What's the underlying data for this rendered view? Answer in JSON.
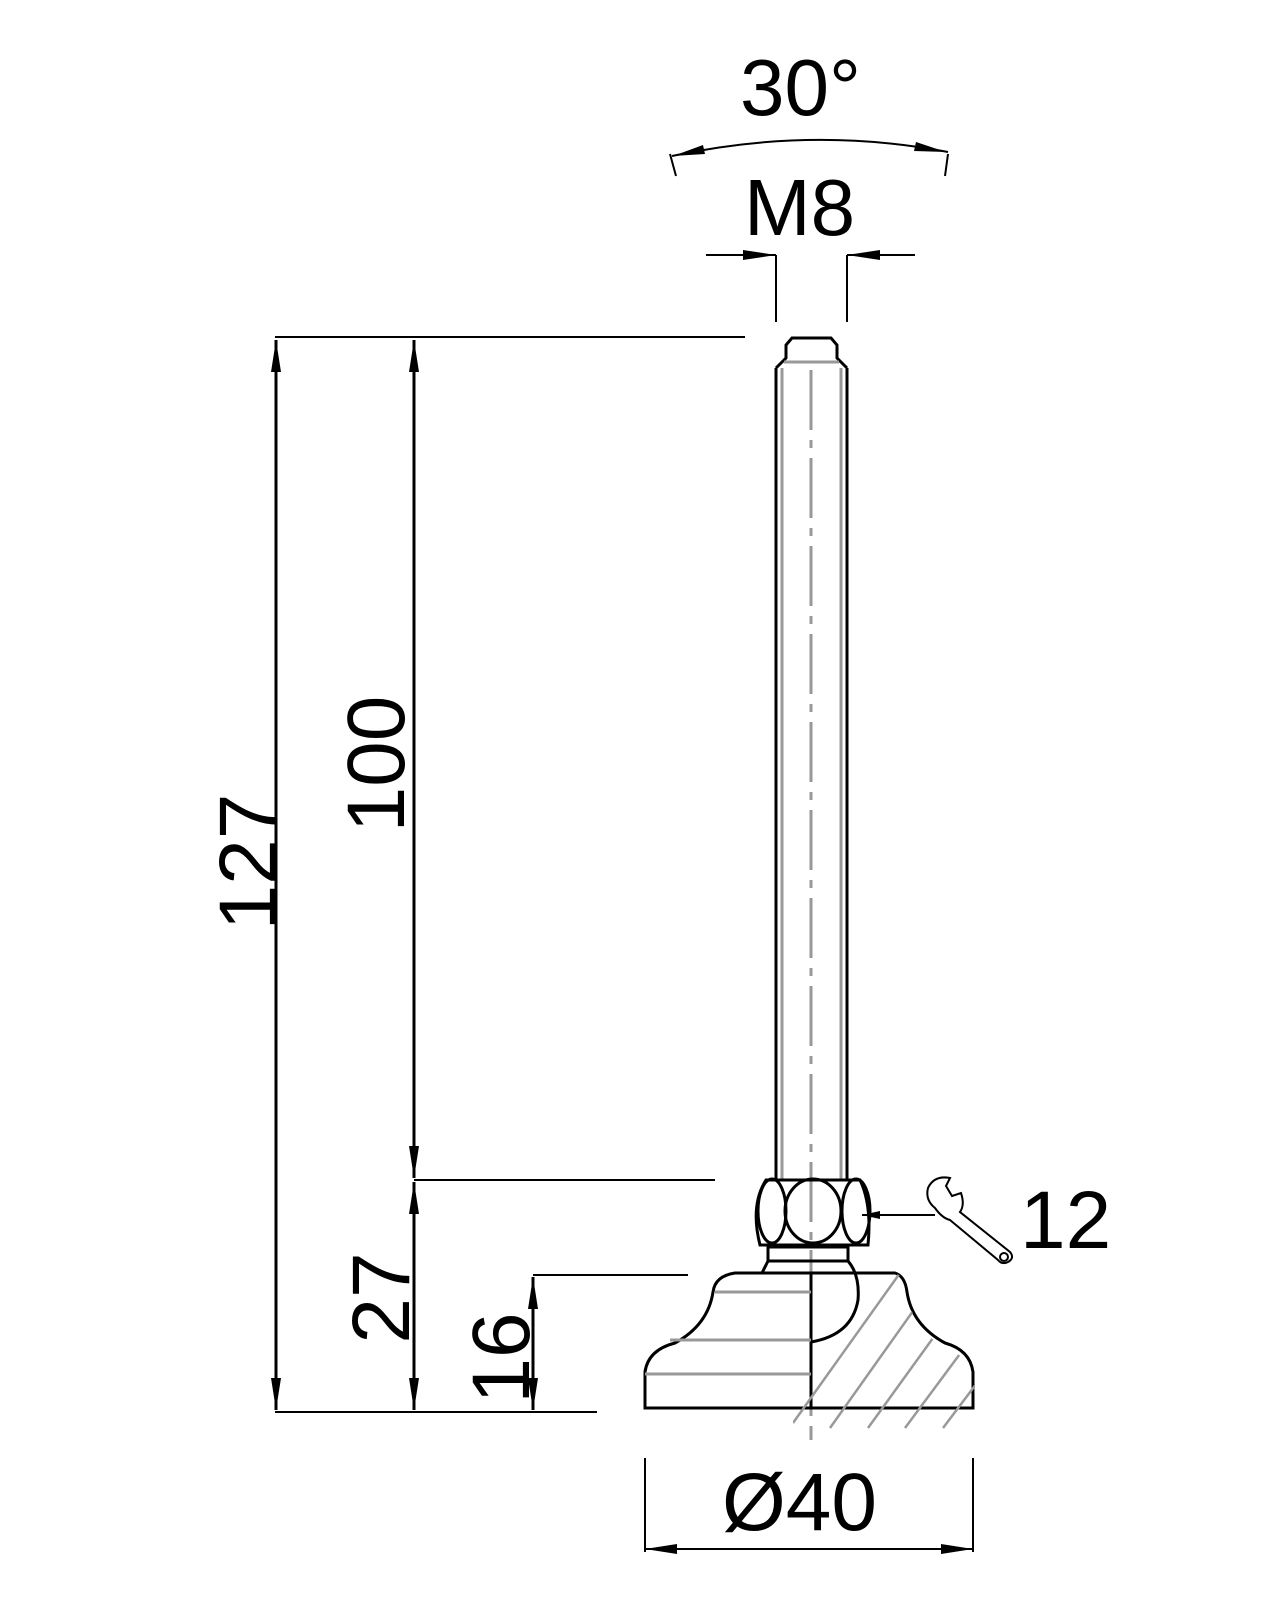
{
  "drawing": {
    "type": "technical drawing - leveling foot",
    "colors": {
      "line": "#000000",
      "hidden_hatch": "#999999",
      "background": "#ffffff"
    },
    "dimensions": {
      "angle": {
        "label": "30°",
        "meaning": "swivel angle"
      },
      "thread": {
        "label": "M8",
        "meaning": "thread size"
      },
      "overall_height": {
        "label": "127"
      },
      "thread_length": {
        "label": "100"
      },
      "base_height": {
        "label": "27"
      },
      "foot_height": {
        "label": "16"
      },
      "wrench_size": {
        "label": "12",
        "icon": "wrench-icon"
      },
      "base_diameter": {
        "label": "Ø40"
      }
    }
  }
}
